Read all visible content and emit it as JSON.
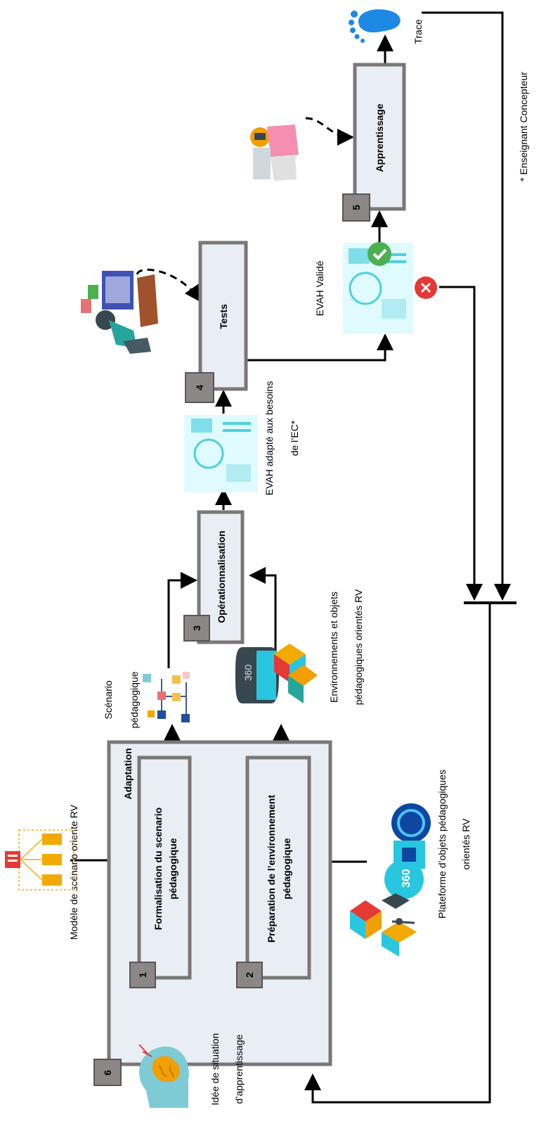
{
  "steps": {
    "s1": {
      "number": "1",
      "label_line1": "Formalisation du scenario",
      "label_line2": "pédagogique"
    },
    "s2": {
      "number": "2",
      "label_line1": "Préparation de l’environnement",
      "label_line2": "pédagogique"
    },
    "s3": {
      "number": "3",
      "label": "Opérationnalisation"
    },
    "s4": {
      "number": "4",
      "label": "Tests"
    },
    "s5": {
      "number": "5",
      "label": "Apprentissage"
    },
    "s6": {
      "number": "6",
      "label": "Adaptation"
    }
  },
  "labels": {
    "modele": "Modèle de scénario oriente RV",
    "idee_line1": "Idée de situation",
    "idee_line2": "d’apprentissage",
    "plateforme_line1": "Plateforme d’objets pédagogiques",
    "plateforme_line2": "orientés RV",
    "scenario_line1": "Scénario",
    "scenario_line2": "pédagogique",
    "env_line1": "Environnements et objets",
    "env_line2": "pédagogiques orientés RV",
    "evah_adapte_line1": "EVAH adapté aux  besoins",
    "evah_adapte_line2": "de l’EC*",
    "evah_valide": "EVAH Validé",
    "trace": "Trace",
    "footnote": "* Enseignant Concepteur",
    "icon_360": "360",
    "icon_360_small": "360°"
  },
  "colors": {
    "box_fill": "#e9eef5",
    "box_stroke": "#7a7777",
    "number_fill": "#8c8787",
    "accent_blue": "#1e88e5",
    "accent_cyan": "#29c6e0",
    "valid_green": "#4caf50",
    "reject_red": "#e53935"
  },
  "icons": [
    "brain-head-icon",
    "flowchart-icon",
    "scenario-tree-icon",
    "vr-360-headset-icon",
    "cubes-icon",
    "orb-icon",
    "footprint-icon",
    "person-vr-icon",
    "tester-desk-icon",
    "check-icon",
    "cross-icon",
    "hologram-dashboard-icon"
  ]
}
